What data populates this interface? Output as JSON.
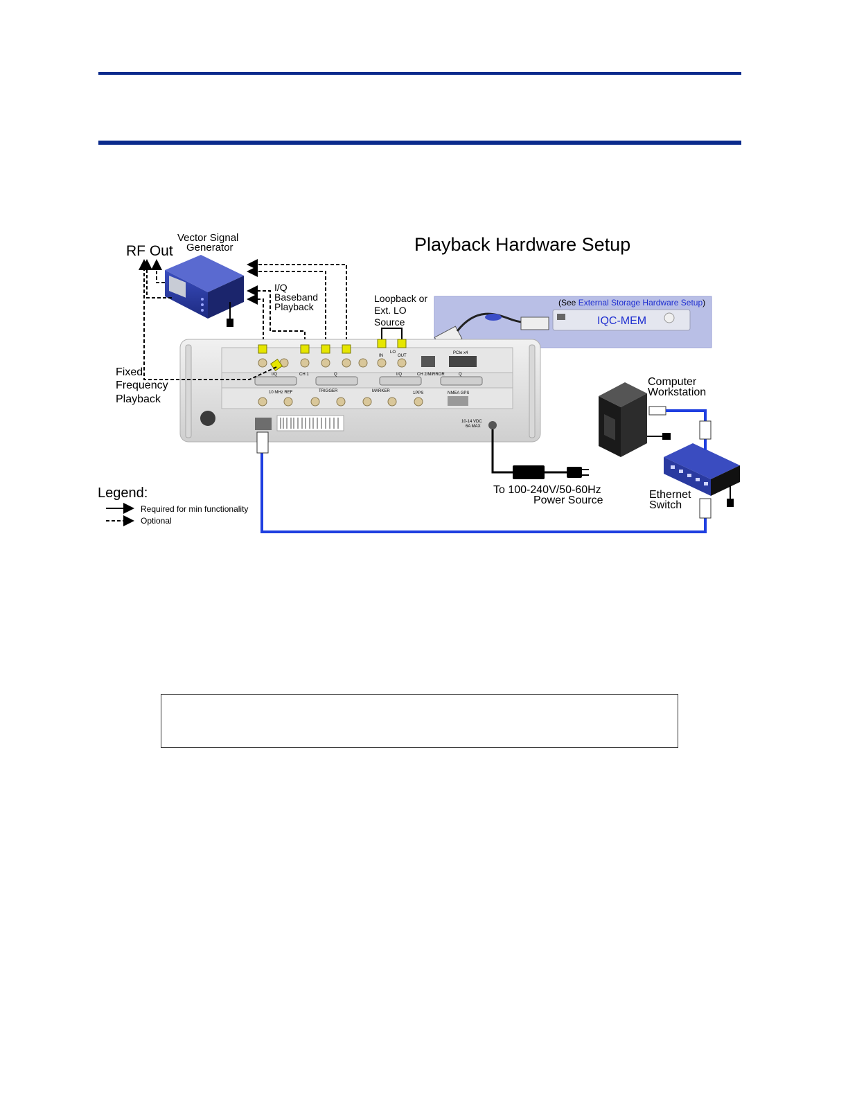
{
  "diagram": {
    "title": "Playback Hardware Setup",
    "rf_out": "RF Out",
    "vsg_line1": "Vector Signal",
    "vsg_line2": "Generator",
    "iq_line1": "I/Q",
    "iq_line2": "Baseband",
    "iq_line3": "Playback",
    "loopback_line1": "Loopback or",
    "loopback_line2": "Ext. LO",
    "loopback_line3": "Source",
    "see_prefix": "(See ",
    "see_link": "External Storage Hardware Setup",
    "see_suffix": ")",
    "iqc_mem": "IQC-MEM",
    "fixed_line1": "Fixed",
    "fixed_line2": "Frequency",
    "fixed_line3": "Playback",
    "computer_line1": "Computer",
    "computer_line2": "Workstation",
    "ethernet_line1": "Ethernet",
    "ethernet_line2": "Switch",
    "power_line1": "To 100-240V/50-60Hz",
    "power_line2": "Power Source",
    "legend_title": "Legend:",
    "legend_required": "Required for min functionality",
    "legend_optional": "Optional",
    "panel_dc_line1": "10-14 VDC",
    "panel_dc_line2": "6A MAX",
    "panel_ch1": "CH 1",
    "panel_ch2": "CH 2/MIRROR",
    "panel_lo": "LO",
    "panel_in": "IN",
    "panel_out": "OUT",
    "panel_pcie": "PCIe x4",
    "panel_iq1": "I/Q",
    "panel_q1": "Q",
    "panel_iq2": "I/Q",
    "panel_q2": "Q",
    "panel_ref": "10 MHz REF",
    "panel_trigger": "TRIGGER",
    "panel_marker": "MARKER",
    "panel_1pps": "1PPS",
    "panel_nmea": "NMEA GPS"
  },
  "colors": {
    "rule": "#0a2a8c",
    "cable_blue": "#1f3fe0",
    "device_blue": "#2a3aa0",
    "storage_bg": "#b9bfe6",
    "link_blue": "#1f2fd0",
    "connector_yellow": "#e6e600"
  },
  "note_box": {
    "text": ""
  }
}
